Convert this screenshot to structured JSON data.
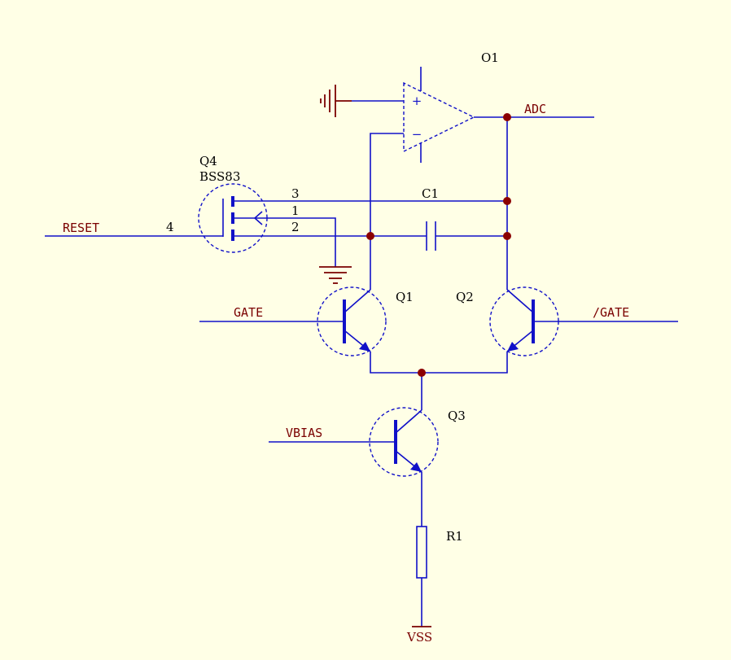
{
  "colors": {
    "background": "#FFFFE6",
    "wire": "#1010C8",
    "junction": "#8B0000",
    "net_label": "#7A0000",
    "ref_label": "#000000"
  },
  "components": {
    "opamp": {
      "ref": "O1",
      "plus": "+",
      "minus": "−"
    },
    "q4": {
      "ref": "Q4",
      "part": "BSS83",
      "pin1": "1",
      "pin2": "2",
      "pin3": "3",
      "pin4": "4"
    },
    "q1": {
      "ref": "Q1"
    },
    "q2": {
      "ref": "Q2"
    },
    "q3": {
      "ref": "Q3"
    },
    "c1": {
      "ref": "C1"
    },
    "r1": {
      "ref": "R1"
    }
  },
  "nets": {
    "adc": "ADC",
    "reset": "RESET",
    "gate": "GATE",
    "gate_n": "/GATE",
    "vbias": "VBIAS",
    "vss": "VSS"
  }
}
